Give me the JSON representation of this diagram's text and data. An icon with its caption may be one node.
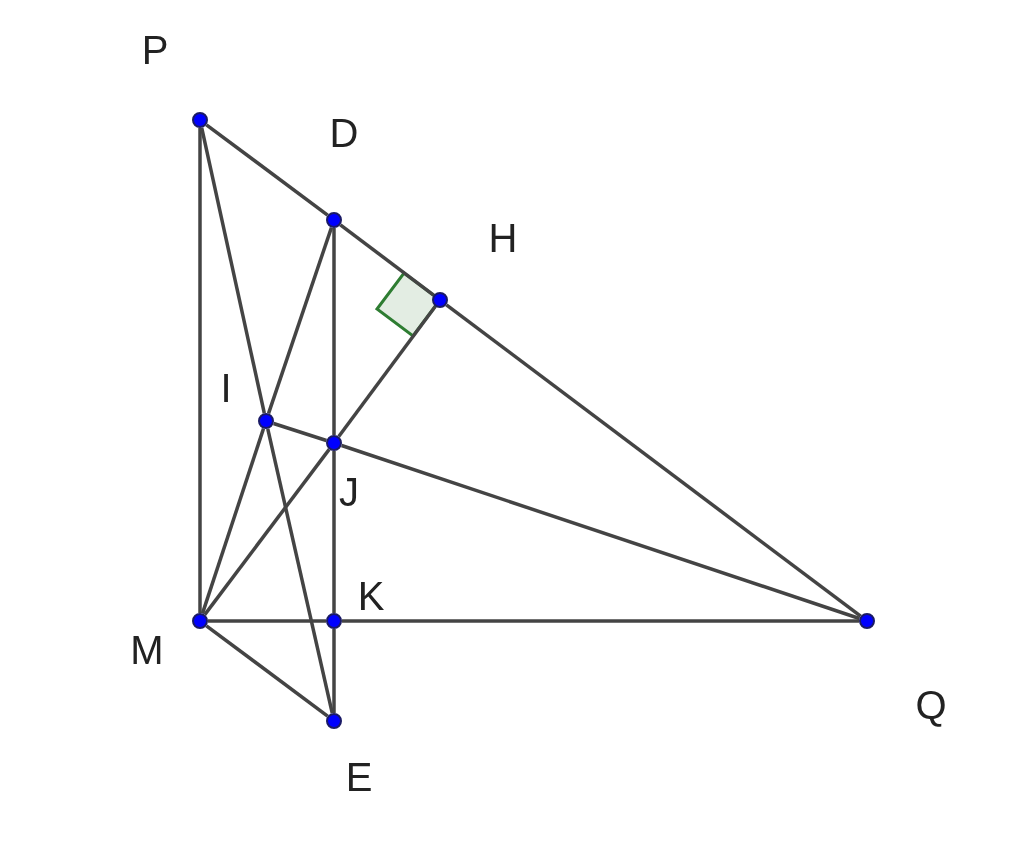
{
  "diagram": {
    "nodes": [
      {
        "text": [],
        "shape": "circle",
        "beside": [
          "P"
        ]
      },
      {
        "text": [],
        "shape": "circle",
        "beside": [
          "D"
        ]
      },
      {
        "text": [],
        "shape": "circle",
        "beside": [
          "H"
        ]
      },
      {
        "text": [],
        "shape": "circle",
        "beside": [
          "I"
        ]
      },
      {
        "text": [],
        "shape": "circle",
        "beside": [
          "J"
        ]
      },
      {
        "text": [],
        "shape": "circle",
        "beside": [
          "M"
        ]
      },
      {
        "text": [],
        "shape": "circle",
        "beside": [
          "K"
        ]
      },
      {
        "text": [],
        "shape": "circle",
        "beside": [
          "Q"
        ]
      },
      {
        "text": [],
        "shape": "circle",
        "beside": [
          "E"
        ]
      }
    ],
    "edges": [
      {
        "from": 0,
        "to": 1,
        "arrow": "none"
      },
      {
        "from": 1,
        "to": 2,
        "arrow": "none"
      },
      {
        "from": 2,
        "to": 7,
        "arrow": "none"
      },
      {
        "from": 0,
        "to": 5,
        "arrow": "none"
      },
      {
        "from": 0,
        "to": 3,
        "arrow": "none"
      },
      {
        "from": 3,
        "to": 8,
        "arrow": "none"
      },
      {
        "from": 1,
        "to": 3,
        "arrow": "none"
      },
      {
        "from": 3,
        "to": 5,
        "arrow": "none"
      },
      {
        "from": 1,
        "to": 4,
        "arrow": "none"
      },
      {
        "from": 4,
        "to": 6,
        "arrow": "none"
      },
      {
        "from": 6,
        "to": 8,
        "arrow": "none"
      },
      {
        "from": 5,
        "to": 4,
        "arrow": "none"
      },
      {
        "from": 4,
        "to": 2,
        "arrow": "none"
      },
      {
        "from": 3,
        "to": 4,
        "arrow": "none"
      },
      {
        "from": 4,
        "to": 7,
        "arrow": "none"
      },
      {
        "from": 5,
        "to": 6,
        "arrow": "none"
      },
      {
        "from": 6,
        "to": 7,
        "arrow": "none"
      },
      {
        "from": 5,
        "to": 8,
        "arrow": "none"
      }
    ]
  }
}
